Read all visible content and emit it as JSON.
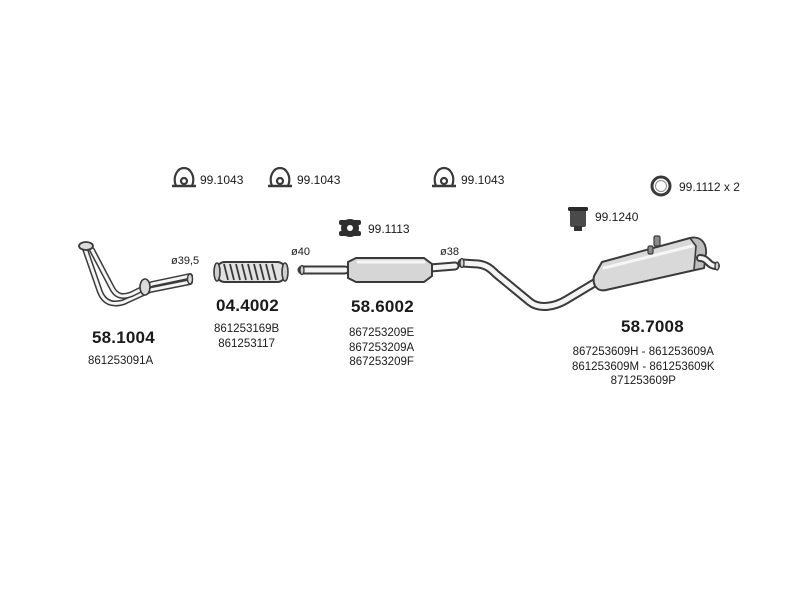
{
  "accessories": {
    "clamp_a": "99.1043",
    "clamp_b": "99.1043",
    "clamp_c": "99.1043",
    "ring": "99.1112 x 2",
    "hanger": "99.1113",
    "bracket": "99.1240"
  },
  "diameters": {
    "d1": "ø39,5",
    "d2": "ø40",
    "d3": "ø38"
  },
  "parts": {
    "front_pipe": {
      "number": "58.1004",
      "oe": [
        "861253091A"
      ]
    },
    "flex_pipe": {
      "number": "04.4002",
      "oe": [
        "861253169B",
        "861253117"
      ]
    },
    "center_silencer": {
      "number": "58.6002",
      "oe": [
        "867253209E",
        "867253209A",
        "867253209F"
      ]
    },
    "rear_silencer": {
      "number": "58.7008",
      "oe": [
        "867253609H - 861253609A",
        "861253609M - 861253609K",
        "871253609P"
      ]
    }
  },
  "colors": {
    "stroke": "#3a3a3a",
    "fill_light": "#e8e8e8",
    "fill_mid": "#c9c9c9",
    "fill_dark": "#555555"
  }
}
